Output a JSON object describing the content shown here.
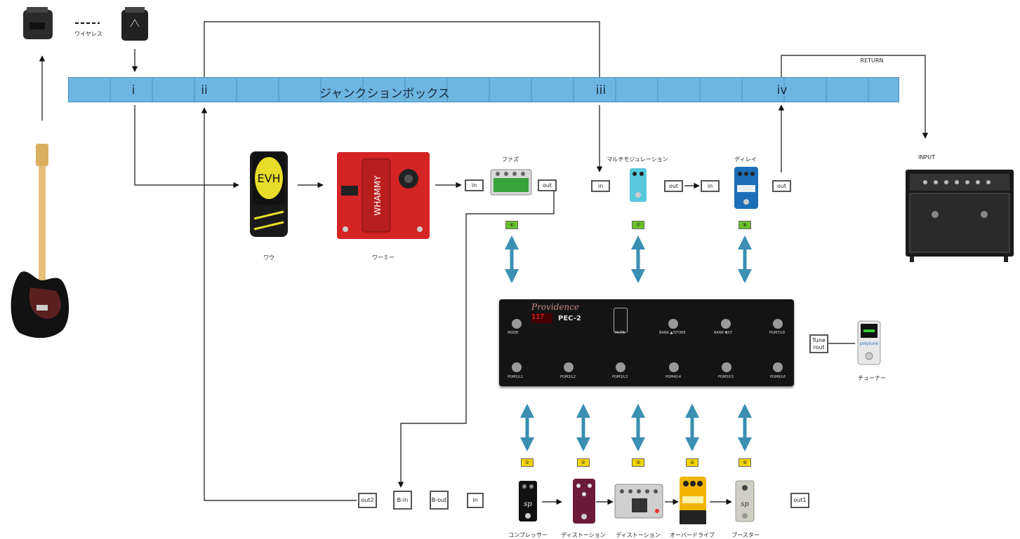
{
  "junction_box": {
    "title": "ジャンクションボックス",
    "ports": [
      "i",
      "ii",
      "iii",
      "iv"
    ]
  },
  "wireless": {
    "label": "ワイヤレス"
  },
  "amp": {
    "return_label": "RETURN",
    "input_label": "INPUT"
  },
  "pedals": {
    "wah": "ワウ",
    "whammy": "ワーミー",
    "fuzz": "ファズ",
    "multimod": "マルチモジュレーション",
    "delay": "ディレイ",
    "tuner": "チューナー",
    "compressor": "コンプレッサー",
    "distortion1": "ディストーション",
    "distortion2": "ディストーション",
    "overdrive": "オーバードライブ",
    "booster": "ブースター"
  },
  "jacks": {
    "fuzz_in": "in",
    "fuzz_out": "out",
    "mod_in": "in",
    "mod_out": "out",
    "delay_in": "in",
    "delay_out": "out",
    "tuner_out": "Tune rout",
    "out2": "out2",
    "b_in": "B-in",
    "b_out": "B-out",
    "loop_in": "in",
    "out1": "out1"
  },
  "switcher": {
    "brand": "Providence",
    "model": "PEC-2",
    "buttons_top": [
      "MODE",
      "MUTE",
      "BANK ▲/STORE",
      "BANK ▼/LT",
      "PGM7/L8"
    ],
    "buttons_bottom": [
      "PGM1/L1",
      "PGM2/L2",
      "PGM3/L3",
      "PGM4/L4",
      "PGM5/L5",
      "PGM6/L6"
    ]
  },
  "loops": [
    "①",
    "②",
    "③",
    "④",
    "⑤",
    "⑥",
    "⑦",
    "⑧"
  ],
  "colors": {
    "junction": "#6db6e2",
    "loop_yellow": "#f2d400",
    "loop_green": "#69c22b",
    "arrow": "#3a8fb3"
  }
}
